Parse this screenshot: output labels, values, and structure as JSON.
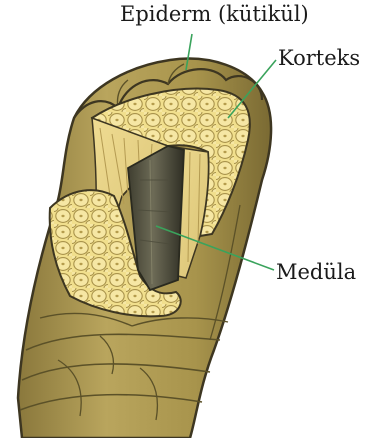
{
  "labels": {
    "epidermis": "Epiderm (kütikül)",
    "cortex": "Korteks",
    "medulla": "Medüla"
  },
  "colors": {
    "cuticle": "#b29e55",
    "cuticle_dark": "#7f6f36",
    "cortex": "#f1df8d",
    "cell_edge": "#a8924a",
    "fiber": "#e9d58a",
    "medulla": "#5e5d49",
    "leader": "#3aa35c",
    "outline": "#3d3621"
  }
}
